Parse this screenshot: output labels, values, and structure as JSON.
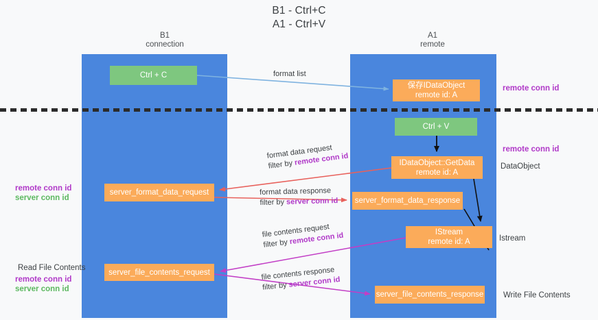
{
  "title": {
    "line1": "B1 - Ctrl+C",
    "line2": "A1 - Ctrl+V"
  },
  "columns": {
    "left": {
      "name": "B1",
      "role": "connection"
    },
    "right": {
      "name": "A1",
      "role": "remote"
    }
  },
  "nodes": {
    "ctrl_c": {
      "label": "Ctrl + C",
      "color": "#7ec77f"
    },
    "idataobject_store": {
      "line1": "保存IDataObject",
      "line2": "remote id: A",
      "color": "#fbab5a"
    },
    "ctrl_v": {
      "label": "Ctrl + V",
      "color": "#7ec77f"
    },
    "getdata": {
      "line1": "IDataObject::GetData",
      "line2": "remote id: A",
      "color": "#fbab5a"
    },
    "server_format_data_request": {
      "label": "server_format_data_request",
      "color": "#fbab5a"
    },
    "server_format_data_response": {
      "label": "server_format_data_response",
      "color": "#fbab5a"
    },
    "istream": {
      "line1": "IStream",
      "line2": "remote id: A",
      "color": "#fbab5a"
    },
    "server_file_contents_request": {
      "label": "server_file_contents_request",
      "color": "#fbab5a"
    },
    "server_file_contents_response": {
      "label": "server_file_contents_response",
      "color": "#fbab5a"
    }
  },
  "edge_labels": {
    "format_list": "format list",
    "format_data_request": "format data request",
    "format_data_request_filter_prefix": "filter by ",
    "format_data_request_filter_key": "remote conn id",
    "format_data_response": "format data response",
    "format_data_response_filter_prefix": "filter by ",
    "format_data_response_filter_key": "server conn id",
    "file_contents_request": "file contents request",
    "file_contents_request_filter_prefix": "filter by ",
    "file_contents_request_filter_key": "remote conn id",
    "file_contents_response": "file contents response",
    "file_contents_response_filter_prefix": "filter by ",
    "file_contents_response_filter_key": "server conn id"
  },
  "annotations": {
    "right_remote_conn_id_top": "remote conn id",
    "right_remote_conn_id_mid": "remote conn id",
    "right_dataobject": "DataObject",
    "right_istream": "Istream",
    "right_write_file_contents": "Write File Contents",
    "left_remote_conn_id_1": "remote conn id",
    "left_server_conn_id_1": "server conn id",
    "left_read_file_contents": "Read File Contents",
    "left_remote_conn_id_2": "remote conn id",
    "left_server_conn_id_2": "server conn id"
  },
  "colors": {
    "lane": "#4a86dd",
    "green_node": "#7ec77f",
    "orange_node": "#fbab5a",
    "purple_key": "#b039c8",
    "green_key": "#5cb860",
    "arrow_light_blue": "#7fb3e0",
    "arrow_red": "#e8615c",
    "arrow_magenta": "#c23ec6",
    "arrow_black": "#000000",
    "background": "#f8f9fa"
  }
}
